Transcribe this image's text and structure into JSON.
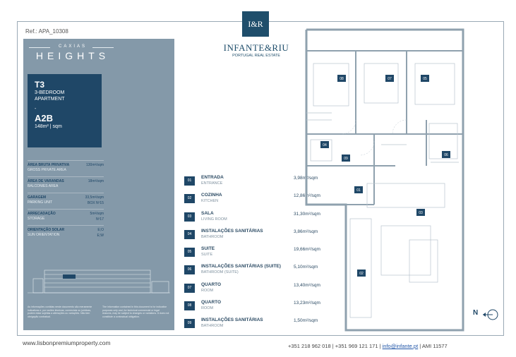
{
  "reference": "Ref.: APA_10308",
  "brand": {
    "small": "CAXIAS",
    "big": "HEIGHTS"
  },
  "apartment": {
    "code": "T3",
    "description_line1": "3-BEDROOM",
    "description_line2": "APARTMENT",
    "dash": "-",
    "unit": "A2B",
    "area": "148m² | sqm"
  },
  "specs": [
    {
      "label": "Área Bruta Privativa",
      "sub": "Gross Private Area",
      "value": "130m²/sqm",
      "value2": ""
    },
    {
      "label": "Área de Varandas",
      "sub": "Balconies Area",
      "value": "18m²/sqm",
      "value2": ""
    },
    {
      "label": "Garagem",
      "sub": "Parking Unit",
      "value": "33,5m²/sqm",
      "value2": "BOX Nº15"
    },
    {
      "label": "Arrecadação",
      "sub": "Storage",
      "value": "5m²/sqm",
      "value2": "Nº17"
    },
    {
      "label": "Orientação Solar",
      "sub": "Sun Orientation",
      "value": "E;O",
      "value2": "E;W"
    }
  ],
  "disclaimer_pt": "As informações contidas neste documento são meramente indicativas e, por razões técnicas, comerciais ou jurídicas, podem estar sujeitas a alterações ou variações. Não tem obrigação contratual.",
  "disclaimer_en": "The information contained in this document is for indicative purposes only and, for technical commercial or legal reasons, may be subject to changes or variations. It does not constitute a contractual obligation.",
  "logo": {
    "mark": "I&R",
    "name": "INFANTE&RIU",
    "tagline": "PORTUGAL REAL ESTATE"
  },
  "rooms": [
    {
      "num": "01",
      "name": "Entrada",
      "sub": "Entrance",
      "area": "3,98m²/sqm"
    },
    {
      "num": "02",
      "name": "Cozinha",
      "sub": "Kitchen",
      "area": "12,86m²/sqm"
    },
    {
      "num": "03",
      "name": "Sala",
      "sub": "Living Room",
      "area": "31,30m²/sqm"
    },
    {
      "num": "04",
      "name": "Instalações Sanitárias",
      "sub": "Bathroom",
      "area": "3,86m²/sqm"
    },
    {
      "num": "05",
      "name": "Suite",
      "sub": "Suite",
      "area": "19,66m²/sqm"
    },
    {
      "num": "06",
      "name": "Instalações Sanitárias (Suite)",
      "sub": "Bathroom (Suite)",
      "area": "5,10m²/sqm"
    },
    {
      "num": "07",
      "name": "Quarto",
      "sub": "Room",
      "area": "13,40m²/sqm"
    },
    {
      "num": "08",
      "name": "Quarto",
      "sub": "Room",
      "area": "13,23m²/sqm"
    },
    {
      "num": "09",
      "name": "Instalações Sanitárias",
      "sub": "Bathroom",
      "area": "1,50m²/sqm"
    }
  ],
  "compass": "N",
  "footer": {
    "website": "www.lisbonpremiumproperty.com",
    "phones": "+351 218 962 018 | +351 969 121 171 |",
    "email": "info@infante.pt",
    "ami": "| AMI 11577"
  },
  "colors": {
    "panel": "#8499a9",
    "accent": "#1f4767",
    "logo": "#1f4e6b"
  }
}
